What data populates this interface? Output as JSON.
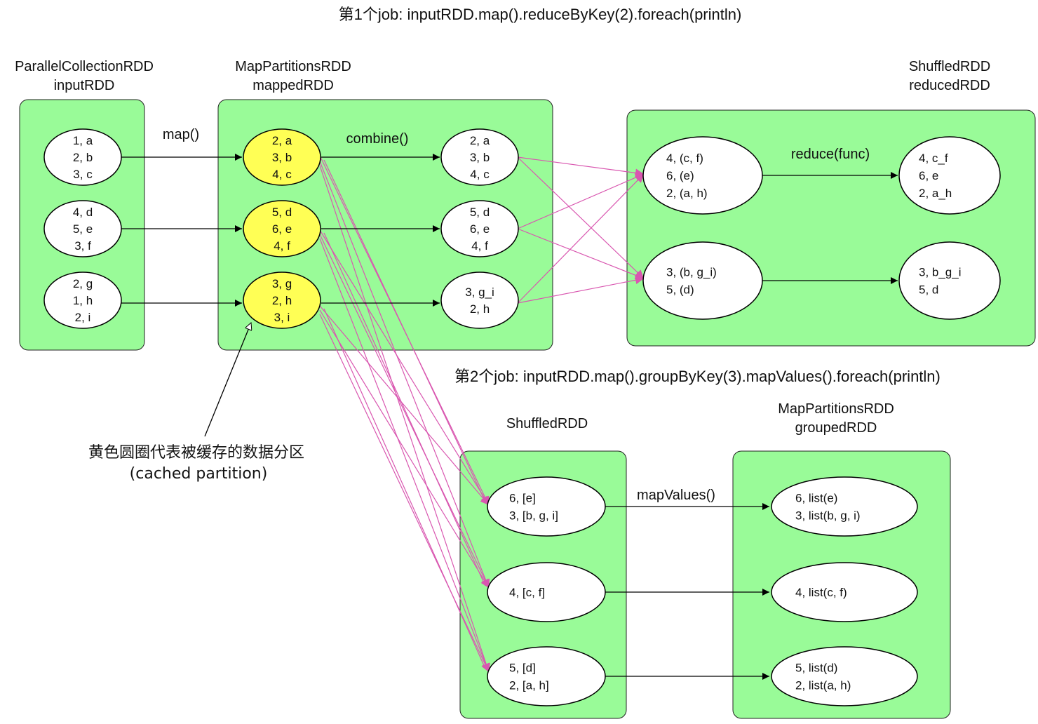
{
  "job1_title": "第1个job: inputRDD.map().reduceByKey(2).foreach(println)",
  "job2_title": "第2个job: inputRDD.map().groupByKey(3).mapValues().foreach(println)",
  "rdds": {
    "input": {
      "type": "ParallelCollectionRDD",
      "name": "inputRDD"
    },
    "mapped": {
      "type": "MapPartitionsRDD",
      "name": "mappedRDD"
    },
    "reduced": {
      "type": "ShuffledRDD",
      "name": "reducedRDD"
    },
    "shuffled2": {
      "type": "ShuffledRDD"
    },
    "grouped": {
      "type": "MapPartitionsRDD",
      "name": "groupedRDD"
    }
  },
  "ops": {
    "map": "map()",
    "combine": "combine()",
    "reduce": "reduce(func)",
    "mapValues": "mapValues()"
  },
  "note": {
    "line1": "黄色圆圈代表被缓存的数据分区",
    "line2": "(cached partition)"
  },
  "partitions": {
    "input": [
      [
        "1, a",
        "2, b",
        "3, c"
      ],
      [
        "4, d",
        "5, e",
        "3, f"
      ],
      [
        "2, g",
        "1, h",
        "2, i"
      ]
    ],
    "mapped": [
      [
        "2, a",
        "3, b",
        "4, c"
      ],
      [
        "5, d",
        "6, e",
        "4, f"
      ],
      [
        "3, g",
        "2, h",
        "3, i"
      ]
    ],
    "combined": [
      [
        "2, a",
        "3, b",
        "4, c"
      ],
      [
        "5, d",
        "6, e",
        "4, f"
      ],
      [
        "3, g_i",
        "2, h"
      ]
    ],
    "reduce_in": [
      [
        "4, (c, f)",
        "6, (e)",
        "2, (a, h)"
      ],
      [
        "3, (b, g_i)",
        "5, (d)"
      ]
    ],
    "reduce_out": [
      [
        "4, c_f",
        "6, e",
        "2, a_h"
      ],
      [
        "3, b_g_i",
        "5, d"
      ]
    ],
    "shuffled2": [
      [
        "6, [e]",
        "3, [b, g, i]"
      ],
      [
        "4, [c, f]"
      ],
      [
        "5, [d]",
        "2, [a, h]"
      ]
    ],
    "grouped": [
      [
        "6, list(e)",
        "3, list(b, g, i)"
      ],
      [
        "4, list(c, f)"
      ],
      [
        "5, list(d)",
        "2, list(a, h)"
      ]
    ]
  },
  "colors": {
    "partition_box": "#99fb98",
    "cached": "#ffff55",
    "shuffle_arrow": "#d957b0"
  }
}
